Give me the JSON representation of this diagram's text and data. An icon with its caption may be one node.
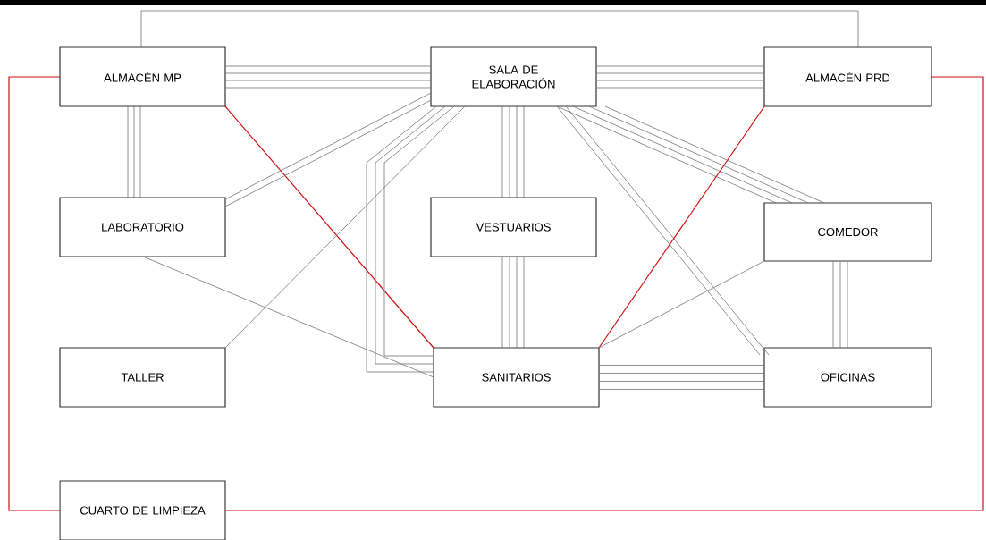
{
  "diagram": {
    "nodes": [
      {
        "text": [
          "ALMACÉN MP"
        ]
      },
      {
        "text": [
          "SALA DE ELABORACIÓN"
        ]
      },
      {
        "text": [
          "ALMACÉN PRD"
        ]
      },
      {
        "text": [
          "LABORATORIO"
        ]
      },
      {
        "text": [
          "VESTUARIOS"
        ]
      },
      {
        "text": [
          "COMEDOR"
        ]
      },
      {
        "text": [
          "TALLER"
        ]
      },
      {
        "text": [
          "SANITARIOS"
        ]
      },
      {
        "text": [
          "OFICINAS"
        ]
      },
      {
        "text": [
          "CUARTO DE LIMPIEZA"
        ]
      }
    ],
    "edges": [
      {
        "from": 0,
        "to": 2,
        "arrow": "none"
      },
      {
        "from": 0,
        "to": 1,
        "arrow": "none"
      },
      {
        "from": 0,
        "to": 1,
        "arrow": "none"
      },
      {
        "from": 0,
        "to": 1,
        "arrow": "none"
      },
      {
        "from": 0,
        "to": 1,
        "arrow": "none"
      },
      {
        "from": 0,
        "to": 3,
        "arrow": "none"
      },
      {
        "from": 0,
        "to": 3,
        "arrow": "none"
      },
      {
        "from": 0,
        "to": 3,
        "arrow": "none"
      },
      {
        "from": 0,
        "to": 7,
        "arrow": "none",
        "color": "#d01010"
      },
      {
        "from": 0,
        "to": 9,
        "arrow": "none",
        "color": "#d01010"
      },
      {
        "from": 1,
        "to": 2,
        "arrow": "none"
      },
      {
        "from": 1,
        "to": 2,
        "arrow": "none"
      },
      {
        "from": 1,
        "to": 2,
        "arrow": "none"
      },
      {
        "from": 1,
        "to": 2,
        "arrow": "none"
      },
      {
        "from": 1,
        "to": 3,
        "arrow": "none"
      },
      {
        "from": 1,
        "to": 3,
        "arrow": "none"
      },
      {
        "from": 1,
        "to": 6,
        "arrow": "none"
      },
      {
        "from": 1,
        "to": 7,
        "arrow": "none"
      },
      {
        "from": 1,
        "to": 7,
        "arrow": "none"
      },
      {
        "from": 1,
        "to": 7,
        "arrow": "none"
      },
      {
        "from": 1,
        "to": 4,
        "arrow": "none"
      },
      {
        "from": 1,
        "to": 4,
        "arrow": "none"
      },
      {
        "from": 1,
        "to": 4,
        "arrow": "none"
      },
      {
        "from": 1,
        "to": 4,
        "arrow": "none"
      },
      {
        "from": 1,
        "to": 5,
        "arrow": "none"
      },
      {
        "from": 1,
        "to": 5,
        "arrow": "none"
      },
      {
        "from": 1,
        "to": 5,
        "arrow": "none"
      },
      {
        "from": 1,
        "to": 5,
        "arrow": "none"
      },
      {
        "from": 1,
        "to": 8,
        "arrow": "none"
      },
      {
        "from": 1,
        "to": 8,
        "arrow": "none"
      },
      {
        "from": 2,
        "to": 7,
        "arrow": "none",
        "color": "#d01010"
      },
      {
        "from": 2,
        "to": 9,
        "arrow": "none",
        "color": "#d01010"
      },
      {
        "from": 4,
        "to": 7,
        "arrow": "none"
      },
      {
        "from": 4,
        "to": 7,
        "arrow": "none"
      },
      {
        "from": 4,
        "to": 7,
        "arrow": "none"
      },
      {
        "from": 4,
        "to": 7,
        "arrow": "none"
      },
      {
        "from": 3,
        "to": 7,
        "arrow": "none"
      },
      {
        "from": 5,
        "to": 7,
        "arrow": "none"
      },
      {
        "from": 5,
        "to": 8,
        "arrow": "none"
      },
      {
        "from": 5,
        "to": 8,
        "arrow": "none"
      },
      {
        "from": 5,
        "to": 8,
        "arrow": "none"
      },
      {
        "from": 7,
        "to": 8,
        "arrow": "none"
      },
      {
        "from": 7,
        "to": 8,
        "arrow": "none"
      },
      {
        "from": 7,
        "to": 8,
        "arrow": "none"
      },
      {
        "from": 7,
        "to": 8,
        "arrow": "none"
      }
    ]
  }
}
